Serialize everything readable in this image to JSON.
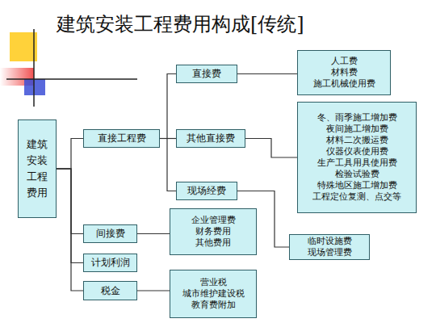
{
  "diagram": {
    "title": "建筑安装工程费用构成[传统]",
    "nodes": [
      {
        "text": [
          "建筑 安装 工程 费用"
        ]
      },
      {
        "text": [
          "直接工程费"
        ]
      },
      {
        "text": [
          "间接费"
        ]
      },
      {
        "text": [
          "计划利润"
        ]
      },
      {
        "text": [
          "税金"
        ]
      },
      {
        "text": [
          "直接费"
        ]
      },
      {
        "text": [
          "其他直接费"
        ]
      },
      {
        "text": [
          "现场经费"
        ]
      },
      {
        "text": [
          "人工费",
          "材料费",
          "施工机械使用费"
        ]
      },
      {
        "text": [
          "冬、雨季施工增加费",
          "夜间施工增加费",
          "材料二次搬运费",
          "仪器仪表使用费",
          "生产工具用具使用费",
          "检验试验费",
          "特殊地区施工增加费",
          "工程定位复测、点交等"
        ]
      },
      {
        "text": [
          "企业管理费",
          "财务费用",
          "其他费用"
        ]
      },
      {
        "text": [
          "临时设施费",
          "现场管理费"
        ]
      },
      {
        "text": [
          "营业税",
          "城市维护建设税",
          "教育费附加"
        ]
      }
    ],
    "edges": [
      {
        "from": 0,
        "to": 1,
        "arrow": "none"
      },
      {
        "from": 0,
        "to": 2,
        "arrow": "none"
      },
      {
        "from": 0,
        "to": 3,
        "arrow": "none"
      },
      {
        "from": 0,
        "to": 4,
        "arrow": "none"
      },
      {
        "from": 1,
        "to": 5,
        "arrow": "none"
      },
      {
        "from": 1,
        "to": 6,
        "arrow": "none"
      },
      {
        "from": 1,
        "to": 7,
        "arrow": "none"
      },
      {
        "from": 5,
        "to": 8,
        "arrow": "none"
      },
      {
        "from": 6,
        "to": 9,
        "arrow": "none"
      },
      {
        "from": 7,
        "to": 11,
        "arrow": "none"
      },
      {
        "from": 2,
        "to": 10,
        "arrow": "none"
      },
      {
        "from": 4,
        "to": 12,
        "arrow": "none"
      }
    ]
  }
}
